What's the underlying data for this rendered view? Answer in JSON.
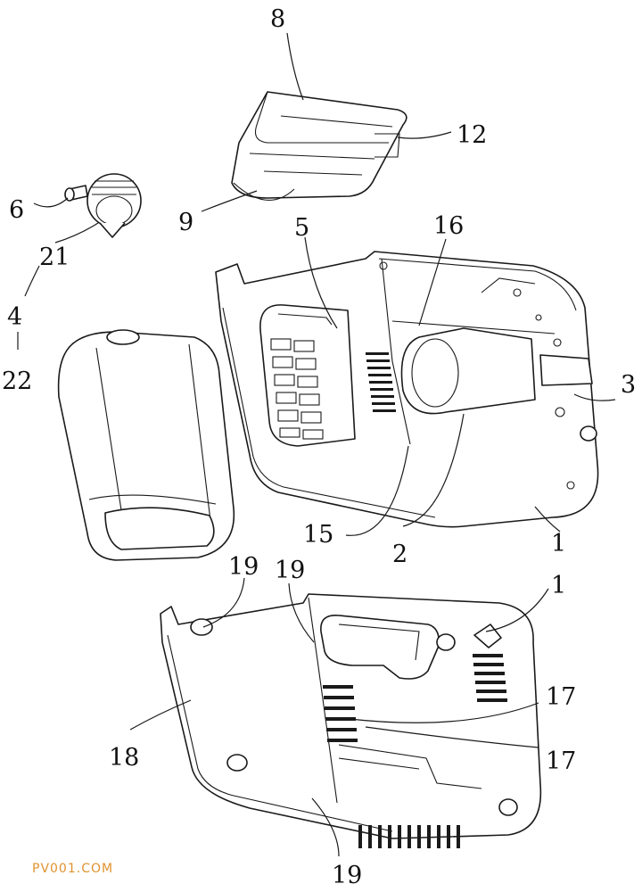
{
  "labels": {
    "l8": "8",
    "l12": "12",
    "l9": "9",
    "l6": "6",
    "l21": "21",
    "l4": "4",
    "l22": "22",
    "l5": "5",
    "l16": "16",
    "l3": "3",
    "l15": "15",
    "l2": "2",
    "l1a": "1",
    "l1b": "1",
    "l19a": "19",
    "l19b": "19",
    "l19c": "19",
    "l17a": "17",
    "l17b": "17",
    "l18": "18"
  },
  "watermark": "PV001.COM",
  "colors": {
    "line": "#1a1a1a",
    "watermark": "#e0932f",
    "background": "#ffffff"
  }
}
